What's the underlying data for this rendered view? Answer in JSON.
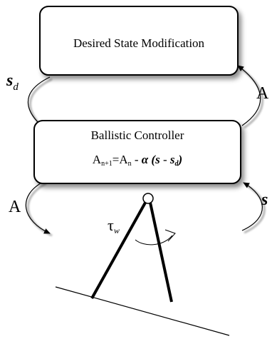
{
  "boxes": {
    "top_title": "Desired State Modification",
    "mid_title": "Ballistic Controller"
  },
  "equation": {
    "lhs_base": "A",
    "lhs_sub": "n+1",
    "equals": "=",
    "rhs_base": "A",
    "rhs_sub": "n",
    "minus": " - ",
    "alpha": "α",
    "open": " (",
    "s": "s",
    "minus2": " - ",
    "s2": "s",
    "s2_sub": "d",
    "close": ")"
  },
  "labels": {
    "sd_base": "s",
    "sd_sub": "d",
    "A_right": "A",
    "A_left": "A",
    "s_right": "s",
    "tau_base": "τ",
    "tau_sub": "w"
  },
  "icons": [
    "arrow-icon",
    "pendulum-figure",
    "torque-arc"
  ]
}
